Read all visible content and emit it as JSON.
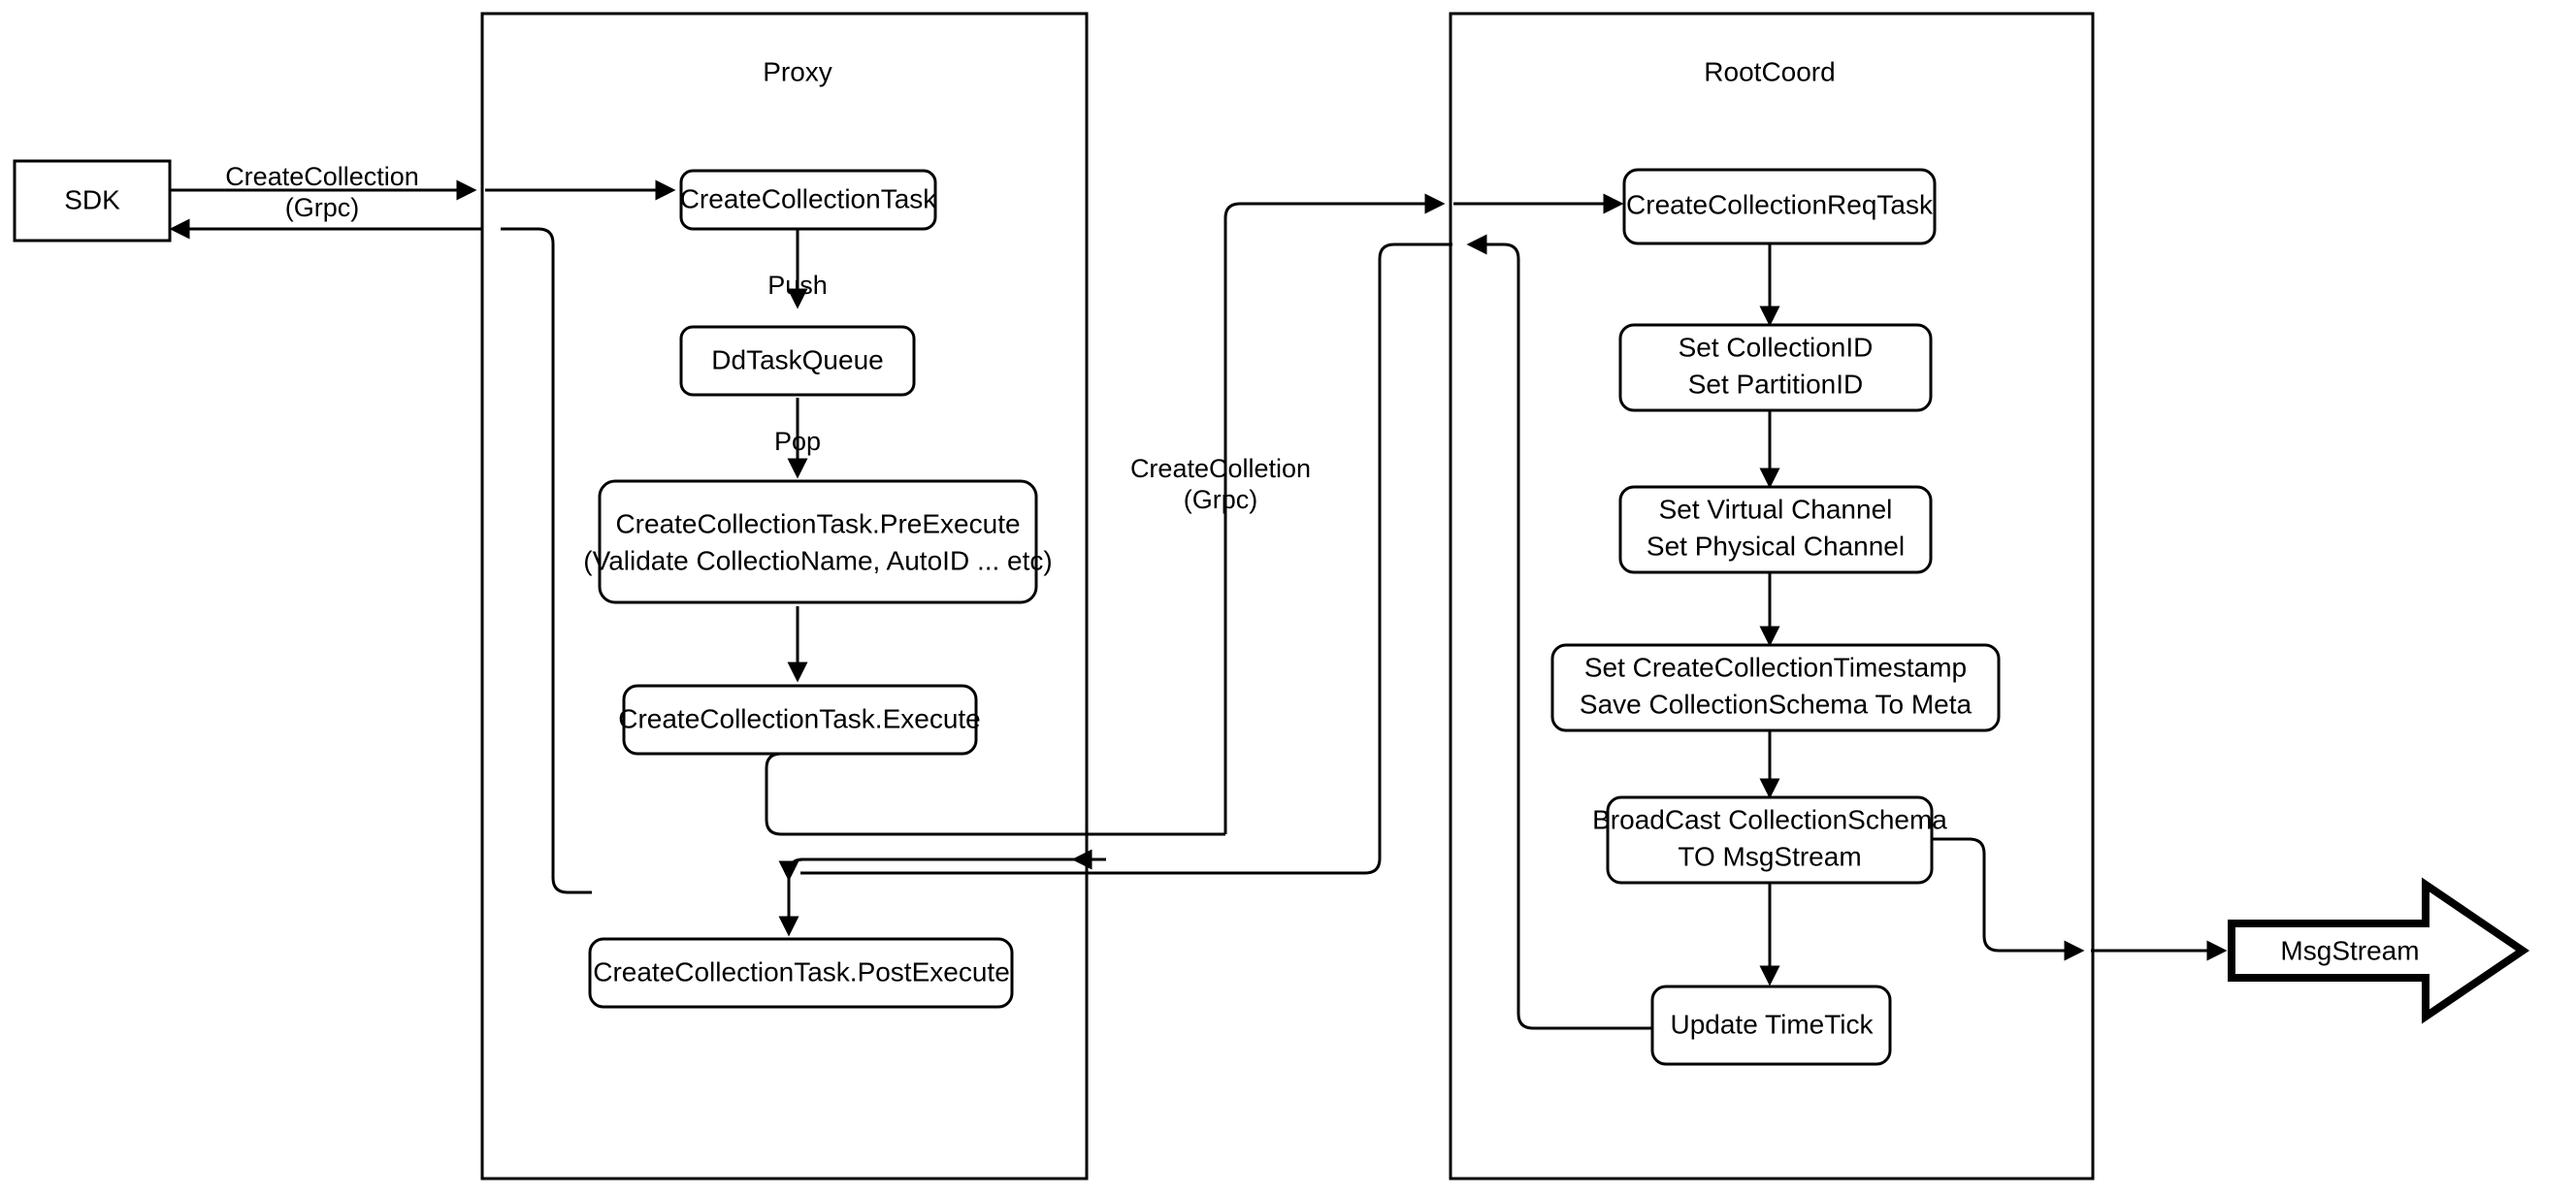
{
  "diagram": {
    "title": "CreateCollection flow (Proxy / RootCoord)",
    "background_color": "#ffffff",
    "line_color": "#000000",
    "text_color": "#000000"
  },
  "containers": {
    "proxy": {
      "title": "Proxy"
    },
    "rootcoord": {
      "title": "RootCoord"
    }
  },
  "nodes": {
    "sdk": {
      "label": "SDK"
    },
    "create_collection_task": {
      "label": "CreateCollectionTask"
    },
    "dd_task_queue": {
      "label": "DdTaskQueue"
    },
    "pre_execute_line1": {
      "label": "CreateCollectionTask.PreExecute"
    },
    "pre_execute_line2": {
      "label": "(Validate CollectioName, AutoID ... etc)"
    },
    "execute": {
      "label": "CreateCollectionTask.Execute"
    },
    "post_execute": {
      "label": "CreateCollectionTask.PostExecute"
    },
    "req_task": {
      "label": "CreateCollectionReqTask"
    },
    "set_ids_line1": {
      "label": "Set CollectionID"
    },
    "set_ids_line2": {
      "label": "Set PartitionID"
    },
    "set_channel_line1": {
      "label": "Set Virtual Channel"
    },
    "set_channel_line2": {
      "label": "Set Physical Channel"
    },
    "set_timestamp_line1": {
      "label": "Set CreateCollectionTimestamp"
    },
    "set_timestamp_line2": {
      "label": "Save CollectionSchema To Meta"
    },
    "broadcast_line1": {
      "label": "BroadCast CollectionSchema"
    },
    "broadcast_line2": {
      "label": "TO MsgStream"
    },
    "update_timetick": {
      "label": "Update TimeTick"
    },
    "msgstream": {
      "label": "MsgStream"
    }
  },
  "edge_labels": {
    "sdk_to_proxy_line1": "CreateCollection",
    "sdk_to_proxy_line2": "(Grpc)",
    "push": "Push",
    "pop": "Pop",
    "proxy_to_rootcoord_line1": "CreateColletion",
    "proxy_to_rootcoord_line2": "(Grpc)"
  }
}
